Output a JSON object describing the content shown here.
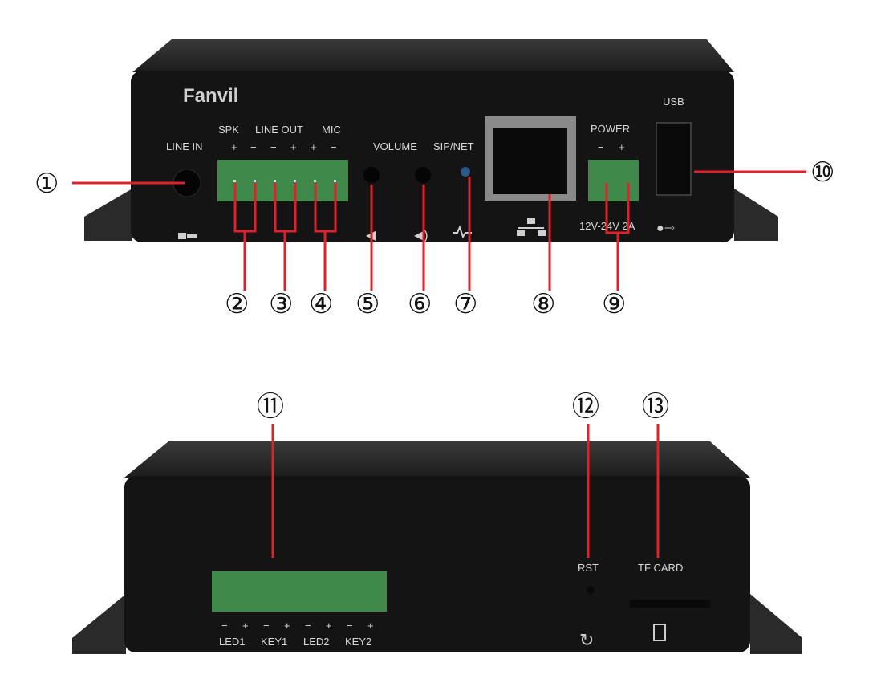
{
  "brand": "Fanvil",
  "front_panel": {
    "labels": {
      "line_in": "LINE IN",
      "spk": "SPK",
      "line_out": "LINE OUT",
      "mic": "MIC",
      "polarity_top": [
        "+",
        "−",
        "−",
        "+",
        "+",
        "−"
      ],
      "volume": "VOLUME",
      "sip_net": "SIP/NET",
      "power": "POWER",
      "power_polarity": [
        "−",
        "+"
      ],
      "power_rating": "12V-24V 2A",
      "usb": "USB"
    }
  },
  "rear_panel": {
    "labels": {
      "polarity": [
        "−",
        "+",
        "−",
        "+",
        "−",
        "+",
        "−",
        "+"
      ],
      "led1": "LED1",
      "key1": "KEY1",
      "led2": "LED2",
      "key2": "KEY2",
      "rst": "RST",
      "tf_card": "TF CARD"
    }
  },
  "callouts": [
    "①",
    "②",
    "③",
    "④",
    "⑤",
    "⑥",
    "⑦",
    "⑧",
    "⑨",
    "⑩",
    "⑪",
    "⑫",
    "⑬"
  ],
  "colors": {
    "callout_line": "#e0202a",
    "terminal": "#3f8a4a",
    "chassis": "#1a1a1a"
  }
}
